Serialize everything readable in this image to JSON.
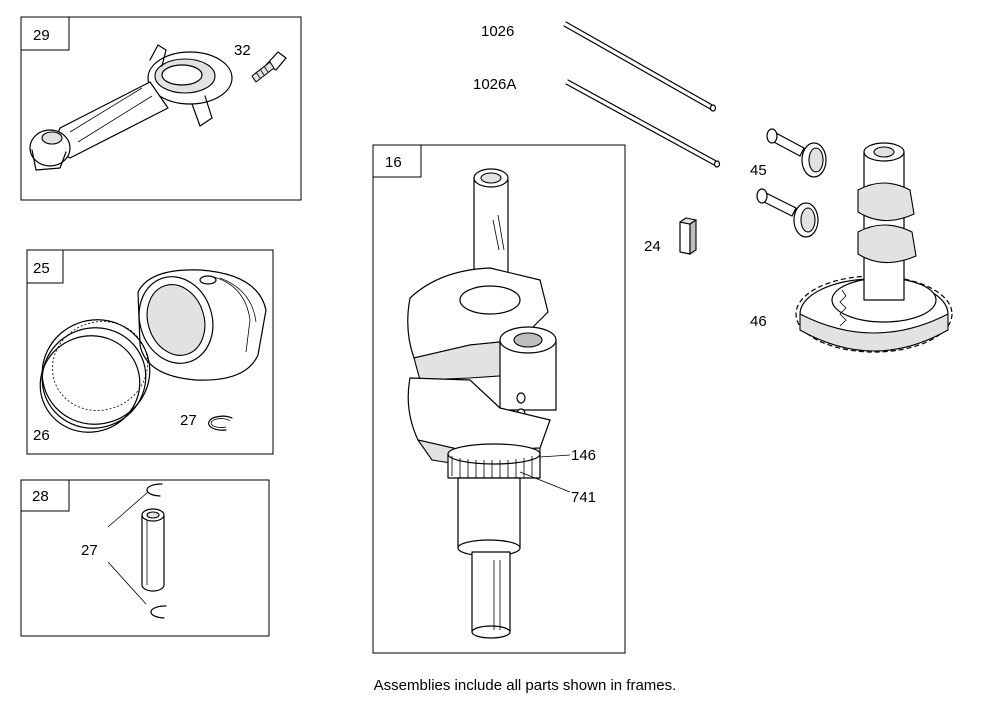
{
  "frames": {
    "connecting_rod": "29",
    "piston": "25",
    "pin": "28",
    "crankshaft": "16"
  },
  "labels": {
    "screw": "32",
    "rings": "26",
    "retainer": "27",
    "pin_retainer": "27",
    "push_rod_a": "1026",
    "push_rod_b": "1026A",
    "tappet": "24",
    "valve": "45",
    "camshaft": "46",
    "key": "146",
    "gear": "741"
  },
  "footer": "Assemblies include all parts shown in frames."
}
